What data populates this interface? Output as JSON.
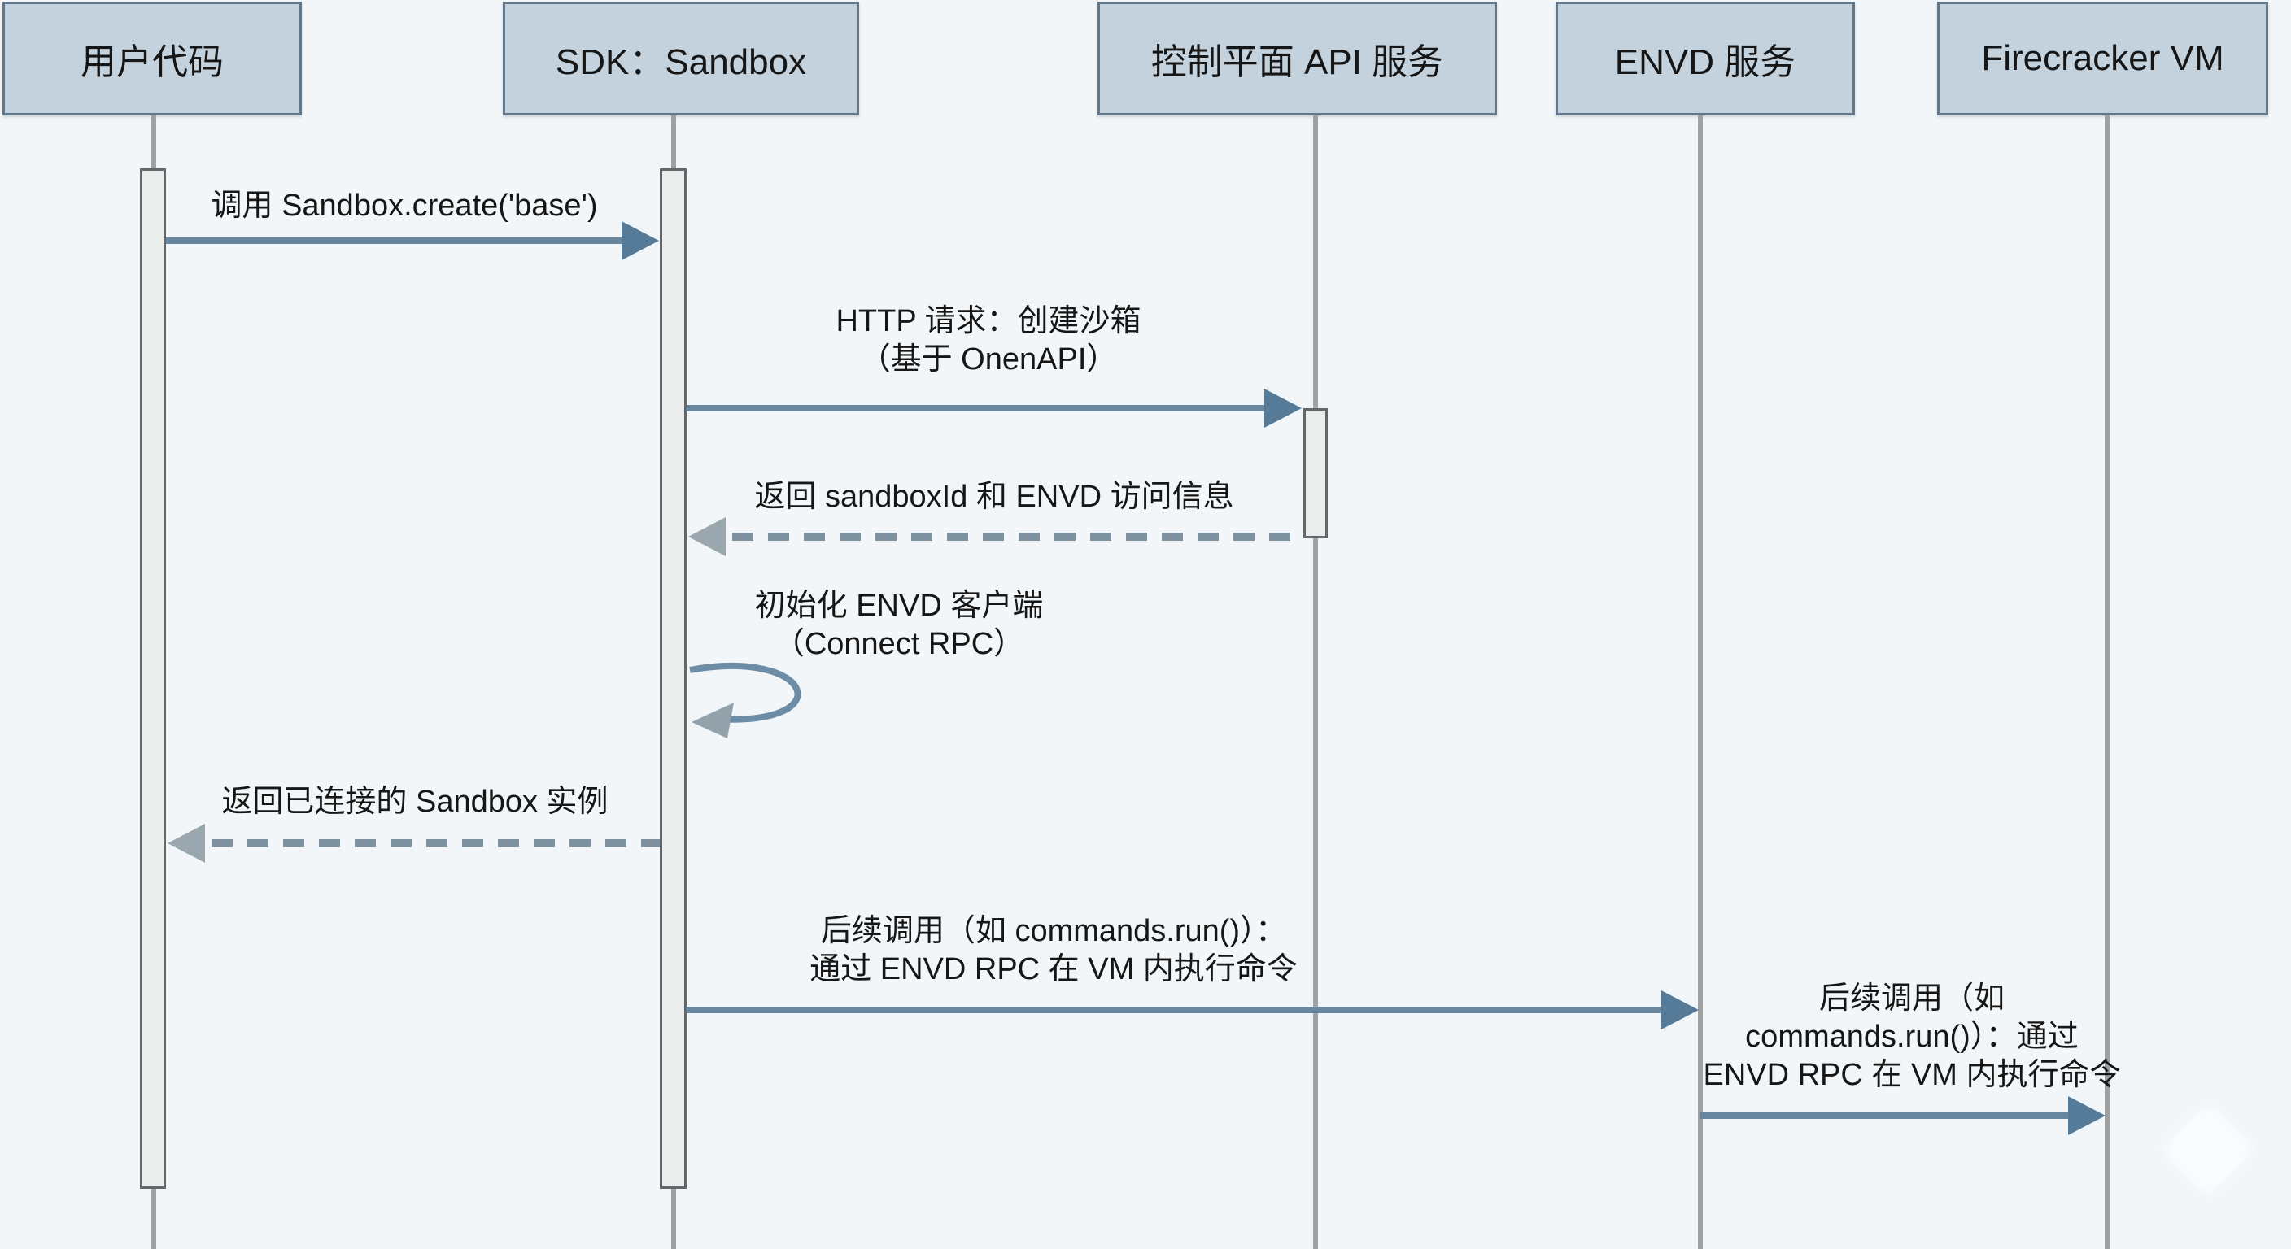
{
  "diagram_type": "sequence-diagram",
  "colors": {
    "bg": "#f2f6f8",
    "box-fill": "#c3d2dd",
    "box-border": "#62788a",
    "line": "#69869f",
    "head": "#567b98",
    "dash": "#7e919e",
    "dash-head": "#9aa7ae",
    "lifeline": "#9da1a2",
    "act-fill": "#ebeded",
    "act-border": "#63676a",
    "text": "#161616"
  },
  "participants": [
    {
      "label": "用户代码"
    },
    {
      "label": "SDK：Sandbox"
    },
    {
      "label": "控制平面 API 服务"
    },
    {
      "label": "ENVD 服务"
    },
    {
      "label": "Firecracker VM"
    }
  ],
  "messages": [
    {
      "type": "solid",
      "from": "用户代码",
      "to": "SDK：Sandbox",
      "lines": [
        "调用 Sandbox.create('base')"
      ]
    },
    {
      "type": "solid",
      "from": "SDK：Sandbox",
      "to": "控制平面 API 服务",
      "lines": [
        "HTTP 请求：创建沙箱",
        "（基于 OnenAPI）"
      ]
    },
    {
      "type": "dashed-return",
      "from": "控制平面 API 服务",
      "to": "SDK：Sandbox",
      "lines": [
        "返回 sandboxId 和 ENVD 访问信息"
      ]
    },
    {
      "type": "self-loop",
      "from": "SDK：Sandbox",
      "to": "SDK：Sandbox",
      "lines": [
        "初始化 ENVD 客户端",
        "（Connect RPC）"
      ]
    },
    {
      "type": "dashed-return",
      "from": "SDK：Sandbox",
      "to": "用户代码",
      "lines": [
        "返回已连接的 Sandbox 实例"
      ]
    },
    {
      "type": "solid",
      "from": "SDK：Sandbox",
      "to": "ENVD 服务",
      "lines": [
        "后续调用（如 commands.run()）：",
        "通过 ENVD RPC 在 VM 内执行命令"
      ]
    },
    {
      "type": "solid",
      "from": "ENVD 服务",
      "to": "Firecracker VM",
      "lines": [
        "后续调用（如",
        "commands.run()）：通过",
        "ENVD RPC 在 VM 内执行命令"
      ]
    }
  ]
}
